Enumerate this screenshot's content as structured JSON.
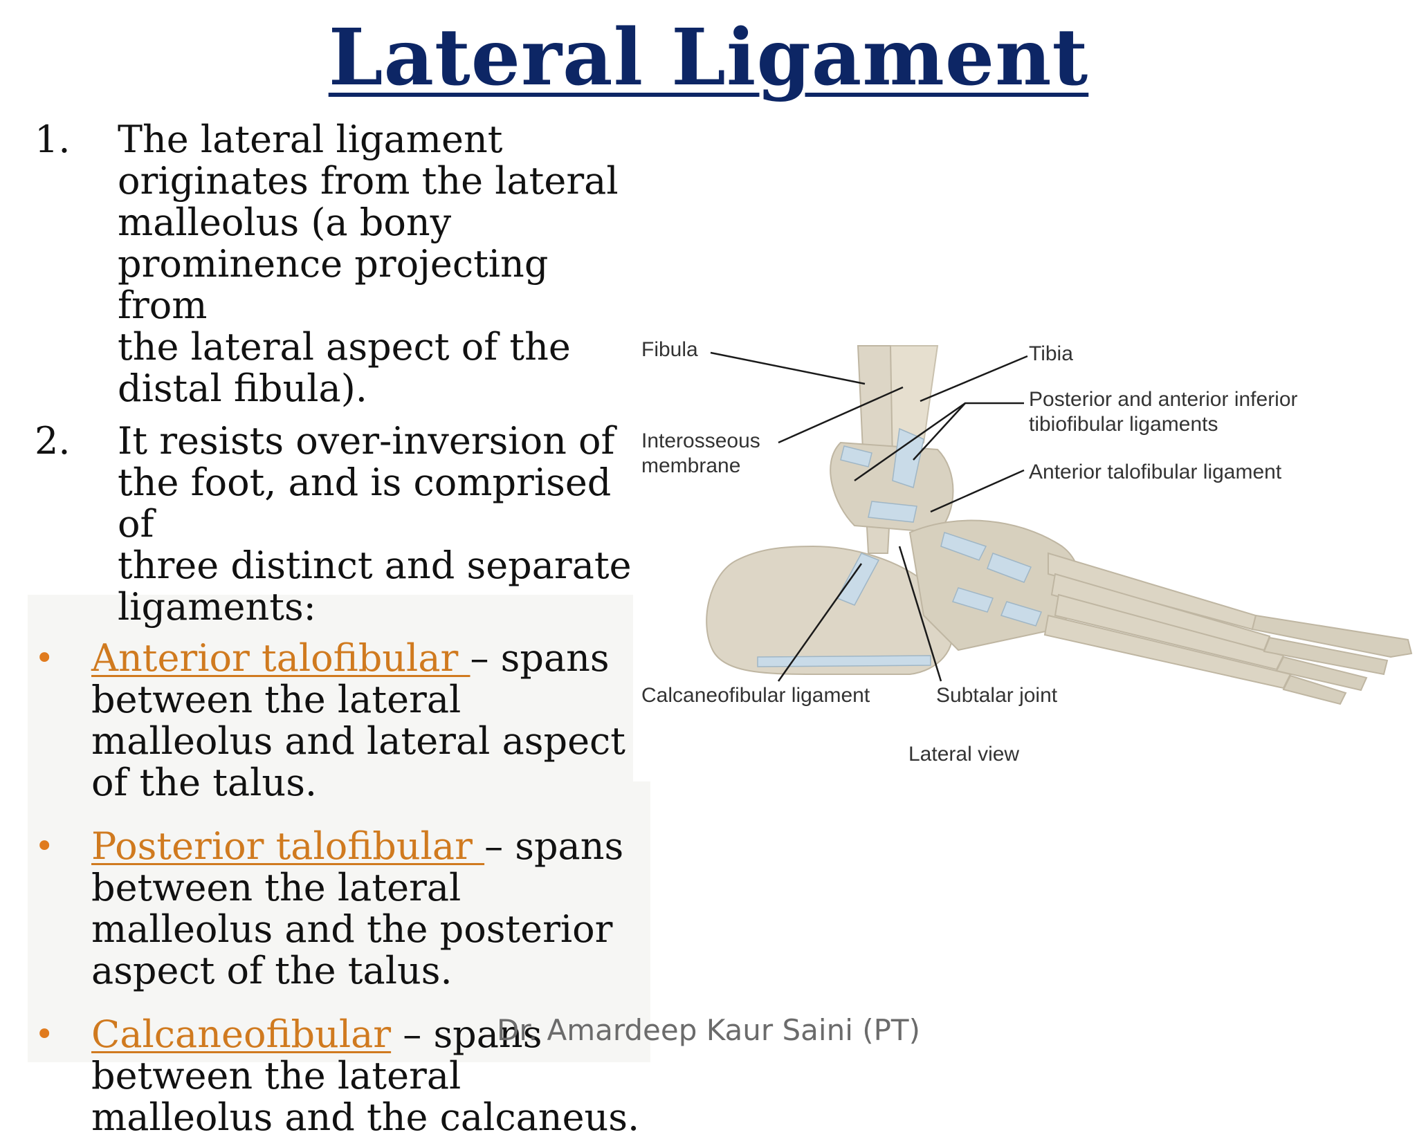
{
  "title": "Lateral Ligament",
  "numbered": [
    {
      "num": "1.",
      "text": "The lateral ligament\noriginates from the lateral\nmalleolus (a bony\nprominence projecting from\nthe lateral aspect of the\ndistal fibula)."
    },
    {
      "num": "2.",
      "text": "It resists over-inversion of\nthe foot, and is comprised of\nthree distinct and separate\nligaments:"
    }
  ],
  "bullets": [
    {
      "name": "Anterior talofibular ",
      "desc": " – spans between the lateral malleolus and lateral aspect of the talus."
    },
    {
      "name": "Posterior talofibular ",
      "desc": " – spans between the lateral malleolus and the posterior aspect of the talus."
    },
    {
      "name": "Calcaneofibular",
      "desc": " – spans between the lateral malleolus and the calcaneus."
    }
  ],
  "figure": {
    "labels": {
      "fibula": "Fibula",
      "tibia": "Tibia",
      "tibiofibular": "Posterior and anterior inferior\ntibiofibular ligaments",
      "interosseous": "Interosseous\nmembrane",
      "atfl": "Anterior talofibular ligament",
      "cfl": "Calcaneofibular ligament",
      "subtalar": "Subtalar joint",
      "view": "Lateral view"
    },
    "colors": {
      "bone": "#ddd6c6",
      "bone_shadow": "#c9c1ae",
      "ligament": "#c9dbe8",
      "leader": "#1a1a1a"
    }
  },
  "footer": "Dr. Amardeep Kaur Saini (PT)",
  "colors": {
    "title": "#0d2665",
    "ligament_name": "#d07a1f",
    "bullet": "#e07b1e"
  }
}
